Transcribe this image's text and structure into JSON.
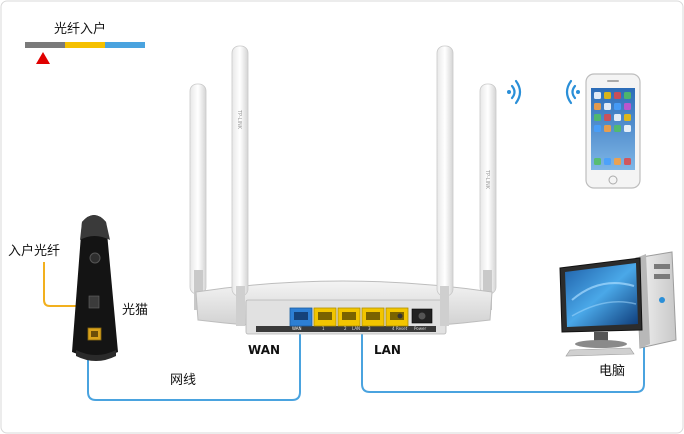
{
  "labels": {
    "fiber_entry": "光纤入户",
    "fiber_in": "入户光纤",
    "modem": "光猫",
    "wan": "WAN",
    "lan": "LAN",
    "cable": "网线",
    "computer": "电脑"
  },
  "router_ports": {
    "wan": "WAN",
    "lan_group": "LAN",
    "lan_numbers": [
      "1",
      "2",
      "3",
      "4"
    ],
    "reset": "Reset",
    "power": "Power"
  },
  "antenna_brand": "TP-LINK",
  "colors": {
    "cable_line": "#4aa3df",
    "fiber_line": "#f2b01e",
    "bar_gray": "#7a7a7a",
    "bar_yellow": "#f5c000",
    "bar_blue": "#4aa3df",
    "marker_red": "#e00000",
    "wifi_blue": "#2a8fd8"
  },
  "icons": [
    "wifi-waves-icon",
    "smartphone-icon",
    "desktop-computer-icon",
    "fiber-modem-icon",
    "router-icon"
  ]
}
